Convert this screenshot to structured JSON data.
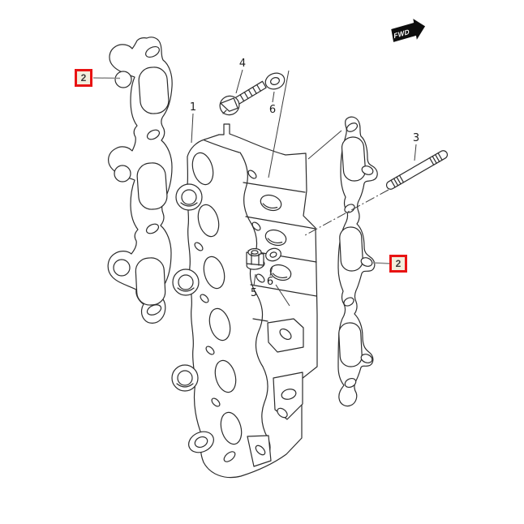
{
  "diagram": {
    "fwd_marker": {
      "label": "FWD"
    },
    "callouts": {
      "part1": "1",
      "part2": "2",
      "part3": "3",
      "part4": "4",
      "part5": "5",
      "part6": "6"
    },
    "colors": {
      "line": "#2b2b2b",
      "highlight_border": "#e81313",
      "highlight_fill": "#f2eedd",
      "background": "#ffffff"
    }
  }
}
